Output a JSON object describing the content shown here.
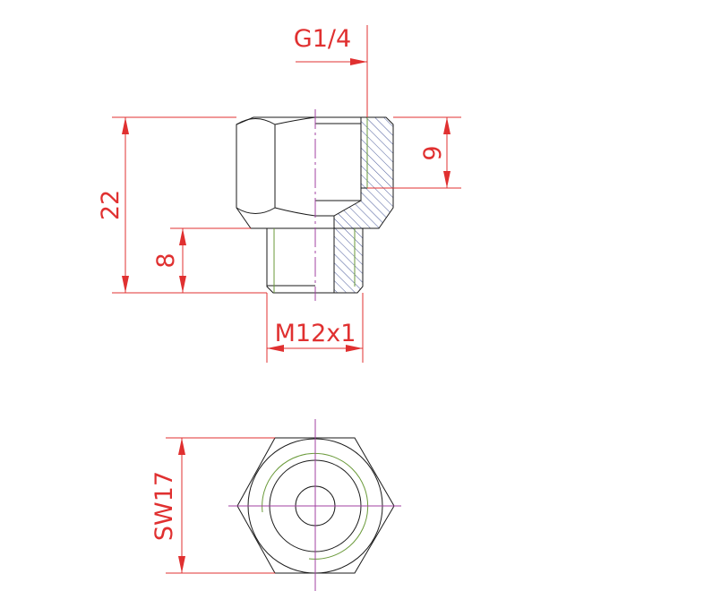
{
  "drawing": {
    "title": "Reducer fitting G1/4 to M12x1",
    "dimensions": {
      "thread_top": "G1/4",
      "overall_height": "22",
      "thread_depth": "9",
      "spigot_length": "8",
      "spigot_thread": "M12x1",
      "wrench_size": "SW17"
    },
    "colors": {
      "outline": "#1a1a1a",
      "dimension": "#e03030",
      "centerline": "#a040a0",
      "thread": "#6a9a3a",
      "hatch": "#4a5a9a"
    }
  }
}
